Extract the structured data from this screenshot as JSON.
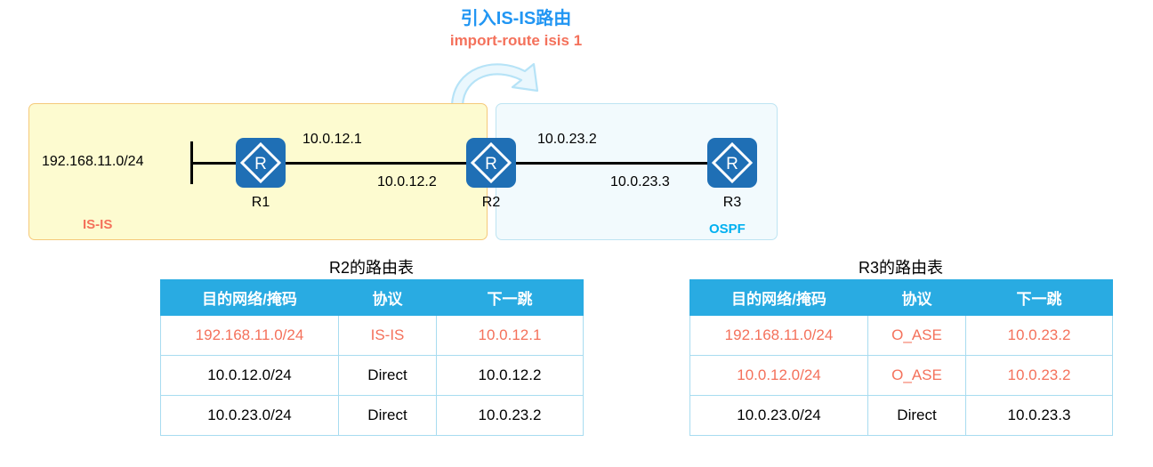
{
  "annotation": {
    "title_cn": "引入IS-IS路由",
    "command": "import-route isis 1",
    "title_color": "#2196f3",
    "command_color": "#f4715b",
    "arrow_icon": "curved-arrow-icon"
  },
  "topology": {
    "zones": [
      {
        "id": "isis",
        "label": "IS-IS",
        "fill": "#fdfbd0",
        "border": "#f5c97a",
        "label_color": "#f4715b"
      },
      {
        "id": "ospf",
        "label": "OSPF",
        "fill": "#f2fafd",
        "border": "#bde4f2",
        "label_color": "#00b0f0"
      }
    ],
    "routers": [
      {
        "id": "r1",
        "name": "R1",
        "icon": "router-icon"
      },
      {
        "id": "r2",
        "name": "R2",
        "icon": "router-icon"
      },
      {
        "id": "r3",
        "name": "R3",
        "icon": "router-icon"
      }
    ],
    "interface_labels": {
      "lan": "192.168.11.0/24",
      "r1_to_r2": "10.0.12.1",
      "r2_to_r1": "10.0.12.2",
      "r2_to_r3": "10.0.23.2",
      "r3_to_r2": "10.0.23.3"
    }
  },
  "tables": [
    {
      "id": "r2",
      "title": "R2的路由表",
      "headers": [
        "目的网络/掩码",
        "协议",
        "下一跳"
      ],
      "rows": [
        {
          "cells": [
            "192.168.11.0/24",
            "IS-IS",
            "10.0.12.1"
          ],
          "highlight": true
        },
        {
          "cells": [
            "10.0.12.0/24",
            "Direct",
            "10.0.12.2"
          ],
          "highlight": false
        },
        {
          "cells": [
            "10.0.23.0/24",
            "Direct",
            "10.0.23.2"
          ],
          "highlight": false
        }
      ]
    },
    {
      "id": "r3",
      "title": "R3的路由表",
      "headers": [
        "目的网络/掩码",
        "协议",
        "下一跳"
      ],
      "rows": [
        {
          "cells": [
            "192.168.11.0/24",
            "O_ASE",
            "10.0.23.2"
          ],
          "highlight": true
        },
        {
          "cells": [
            "10.0.12.0/24",
            "O_ASE",
            "10.0.23.2"
          ],
          "highlight": true
        },
        {
          "cells": [
            "10.0.23.0/24",
            "Direct",
            "10.0.23.3"
          ],
          "highlight": false
        }
      ]
    }
  ],
  "colors": {
    "router_blue": "#1f6fb5",
    "table_header": "#29abe2",
    "table_border": "#a8dcf0",
    "highlight_text": "#f4715b",
    "arrow": "#bfe6f7"
  }
}
